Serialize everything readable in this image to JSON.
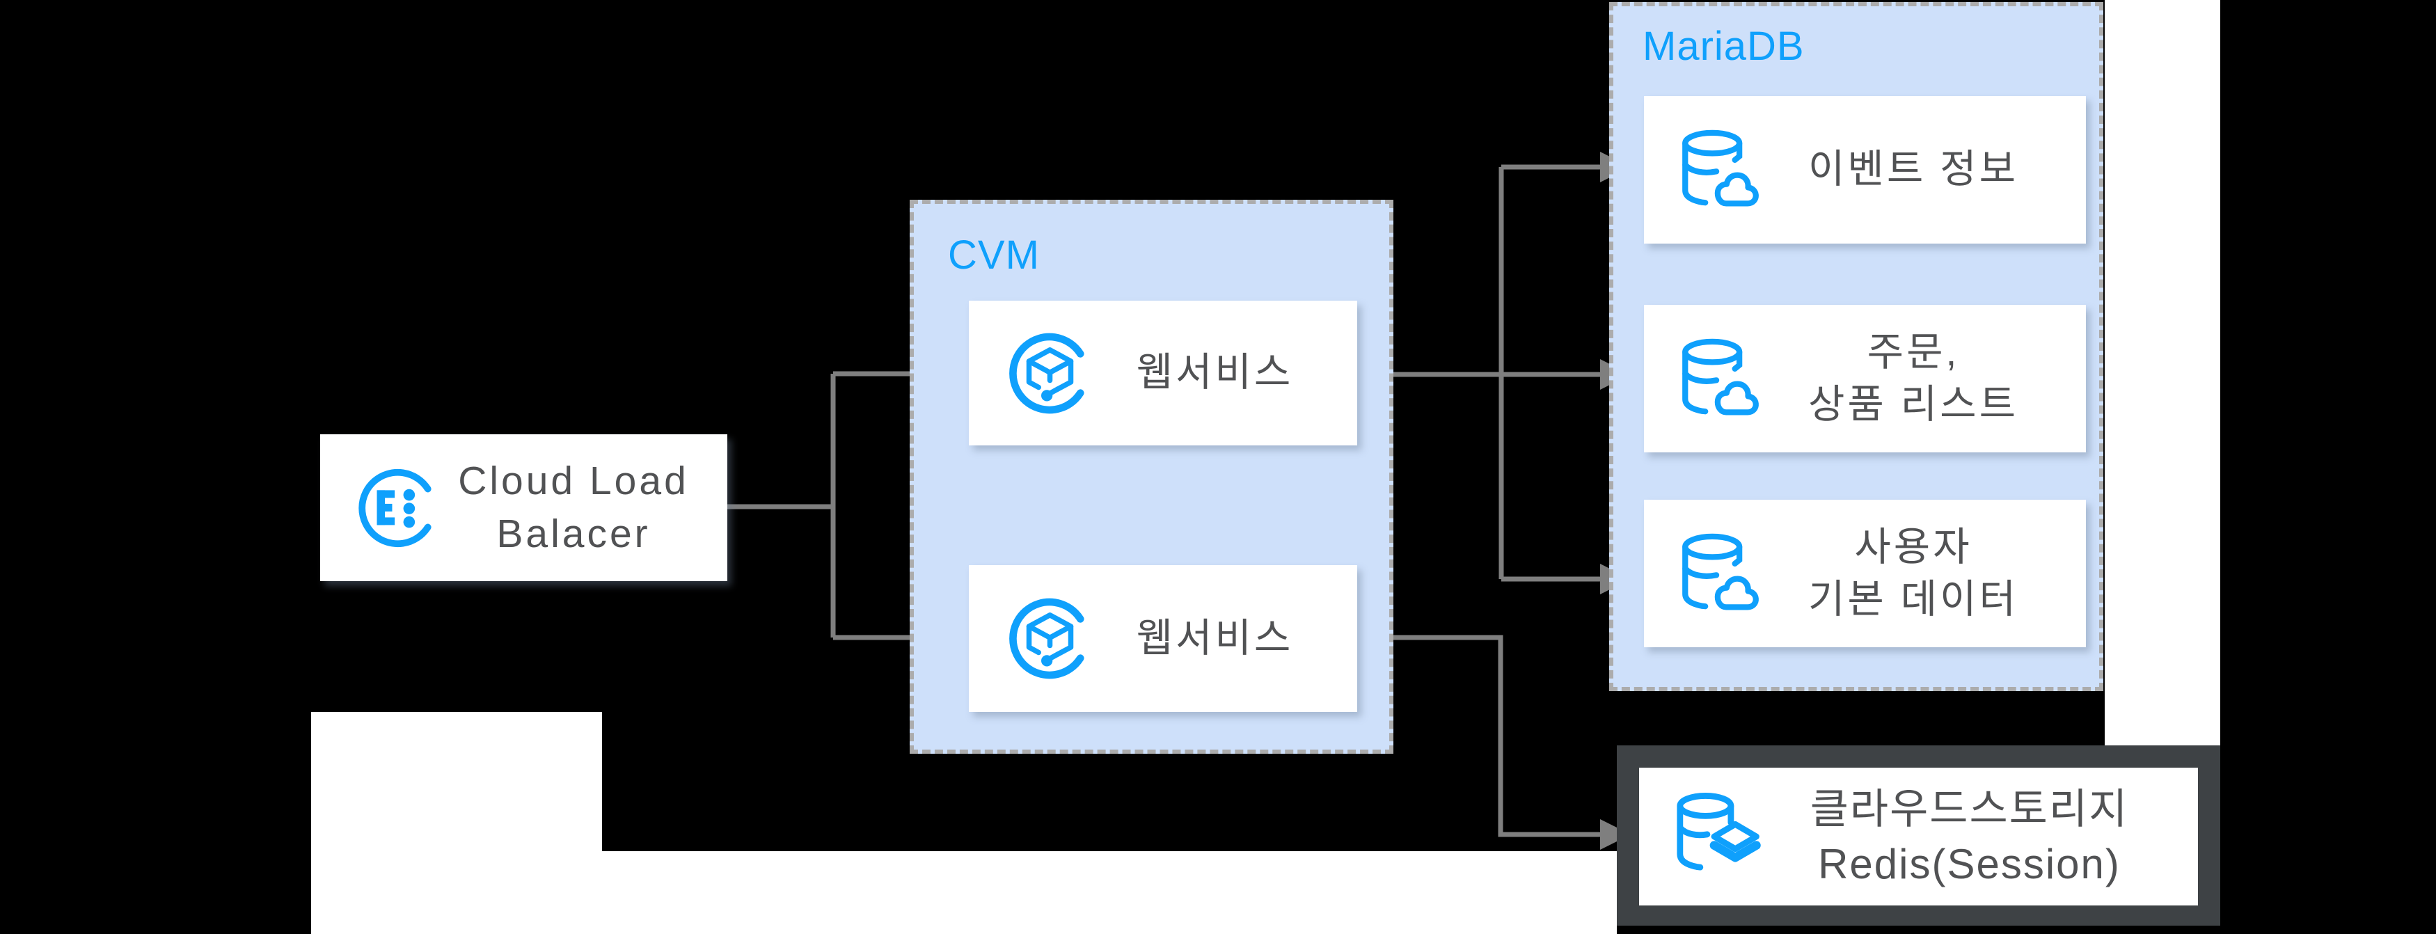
{
  "diagram": {
    "groups": {
      "cvm": {
        "label": "CVM"
      },
      "mariadb": {
        "label": "MariaDB"
      }
    },
    "nodes": {
      "clb": {
        "lines": [
          "Cloud Load",
          "Balacer"
        ],
        "icon": "load-balancer"
      },
      "web_service_1": {
        "lines": [
          "웹서비스"
        ],
        "icon": "cvm-instance"
      },
      "web_service_2": {
        "lines": [
          "웹서비스"
        ],
        "icon": "cvm-instance"
      },
      "db_event": {
        "lines": [
          "이벤트 정보"
        ],
        "icon": "cloud-database"
      },
      "db_order": {
        "lines": [
          "주문,",
          "상품 리스트"
        ],
        "icon": "cloud-database"
      },
      "db_user": {
        "lines": [
          "사용자",
          "기본 데이터"
        ],
        "icon": "cloud-database"
      },
      "redis": {
        "lines": [
          "클라우드스토리지",
          "Redis(Session)"
        ],
        "icon": "cloud-storage-redis"
      }
    },
    "colors": {
      "accent_blue": "#0fa0fc",
      "container_fill": "#cee0fa",
      "container_border": "#acacac",
      "arrow_gray": "#7f7f7f",
      "label_text": "#515254",
      "node_fill": "#ffffff",
      "redis_border": "#3e4245",
      "background": "#000000"
    }
  }
}
